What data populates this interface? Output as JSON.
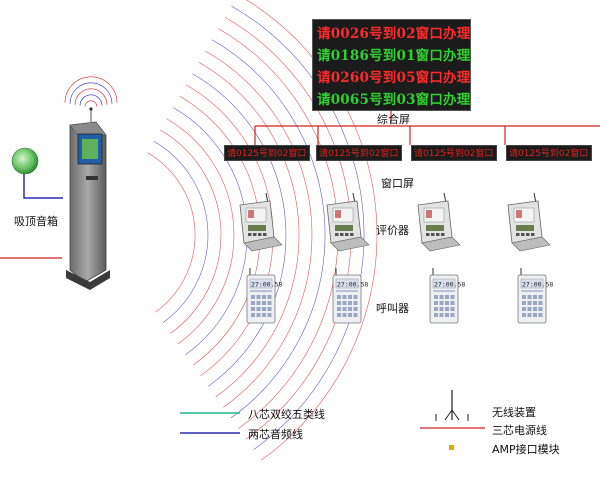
{
  "main_board": {
    "rows": [
      {
        "text": "请0026号到02窗口办理",
        "color": "#ff2a2a"
      },
      {
        "text": "请0186号到01窗口办理",
        "color": "#2fd12f"
      },
      {
        "text": "请0260号到05窗口办理",
        "color": "#ff2a2a"
      },
      {
        "text": "请0065号到03窗口办理",
        "color": "#2fd12f"
      }
    ],
    "label": "综合屏"
  },
  "window_screens": {
    "label": "窗口屏",
    "items": [
      {
        "text": "请0125号到02窗口"
      },
      {
        "text": "请0125号到02窗口"
      },
      {
        "text": "请0125号到02窗口"
      },
      {
        "text": "请0125号到02窗口"
      }
    ]
  },
  "evaluator_label": "评价器",
  "pager_label": "呼叫器",
  "pager_display": "27:00.58",
  "speaker_label": "吸顶音箱",
  "legend": {
    "left": [
      {
        "label": "八芯双绞五类线",
        "color": "#1db38a"
      },
      {
        "label": "两芯音频线",
        "color": "#2a2ab0"
      }
    ],
    "right": [
      {
        "label": "无线装置"
      },
      {
        "label": "三芯电源线",
        "color": "#d42020"
      },
      {
        "label": "AMP接口模块",
        "color": "#e8a800"
      }
    ]
  },
  "colors": {
    "red": "#d42020",
    "blue": "#2a2ab0",
    "green": "#1db38a"
  }
}
